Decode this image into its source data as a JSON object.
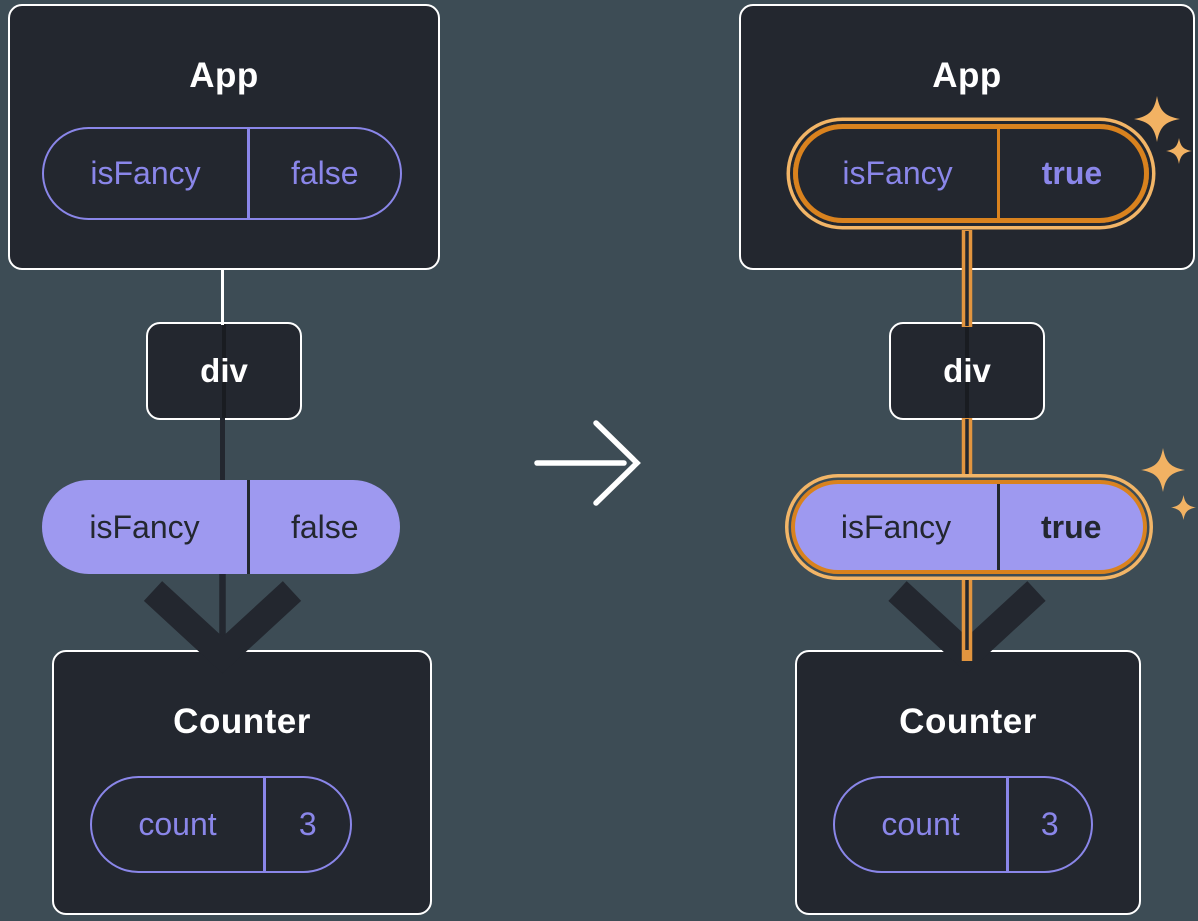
{
  "icons": {
    "sparkle": "four-point-star",
    "transition_arrow": "right-chevron-arrow",
    "flow_arrowhead": "down-chevron-arrowhead"
  },
  "colors": {
    "background": "#3D4C55",
    "box_fill": "#23272F",
    "box_border": "#FFFFFF",
    "purple_text": "#8A86E9",
    "purple_fill": "#9E99F0",
    "dark_text": "#23272F",
    "orange_border": "#D9821E",
    "orange_glow": "#F2B567",
    "orange_line": "#E2953F",
    "sparkle": "#F2B263",
    "white": "#FFFFFF"
  },
  "trees": {
    "left": {
      "app": {
        "title": "App",
        "prop": {
          "name": "isFancy",
          "value": "false"
        }
      },
      "div": {
        "title": "div"
      },
      "prop_pill": {
        "name": "isFancy",
        "value": "false"
      },
      "counter": {
        "title": "Counter",
        "state": {
          "name": "count",
          "value": "3"
        }
      }
    },
    "right": {
      "app": {
        "title": "App",
        "prop": {
          "name": "isFancy",
          "value": "true"
        }
      },
      "div": {
        "title": "div"
      },
      "prop_pill": {
        "name": "isFancy",
        "value": "true"
      },
      "counter": {
        "title": "Counter",
        "state": {
          "name": "count",
          "value": "3"
        }
      }
    }
  }
}
